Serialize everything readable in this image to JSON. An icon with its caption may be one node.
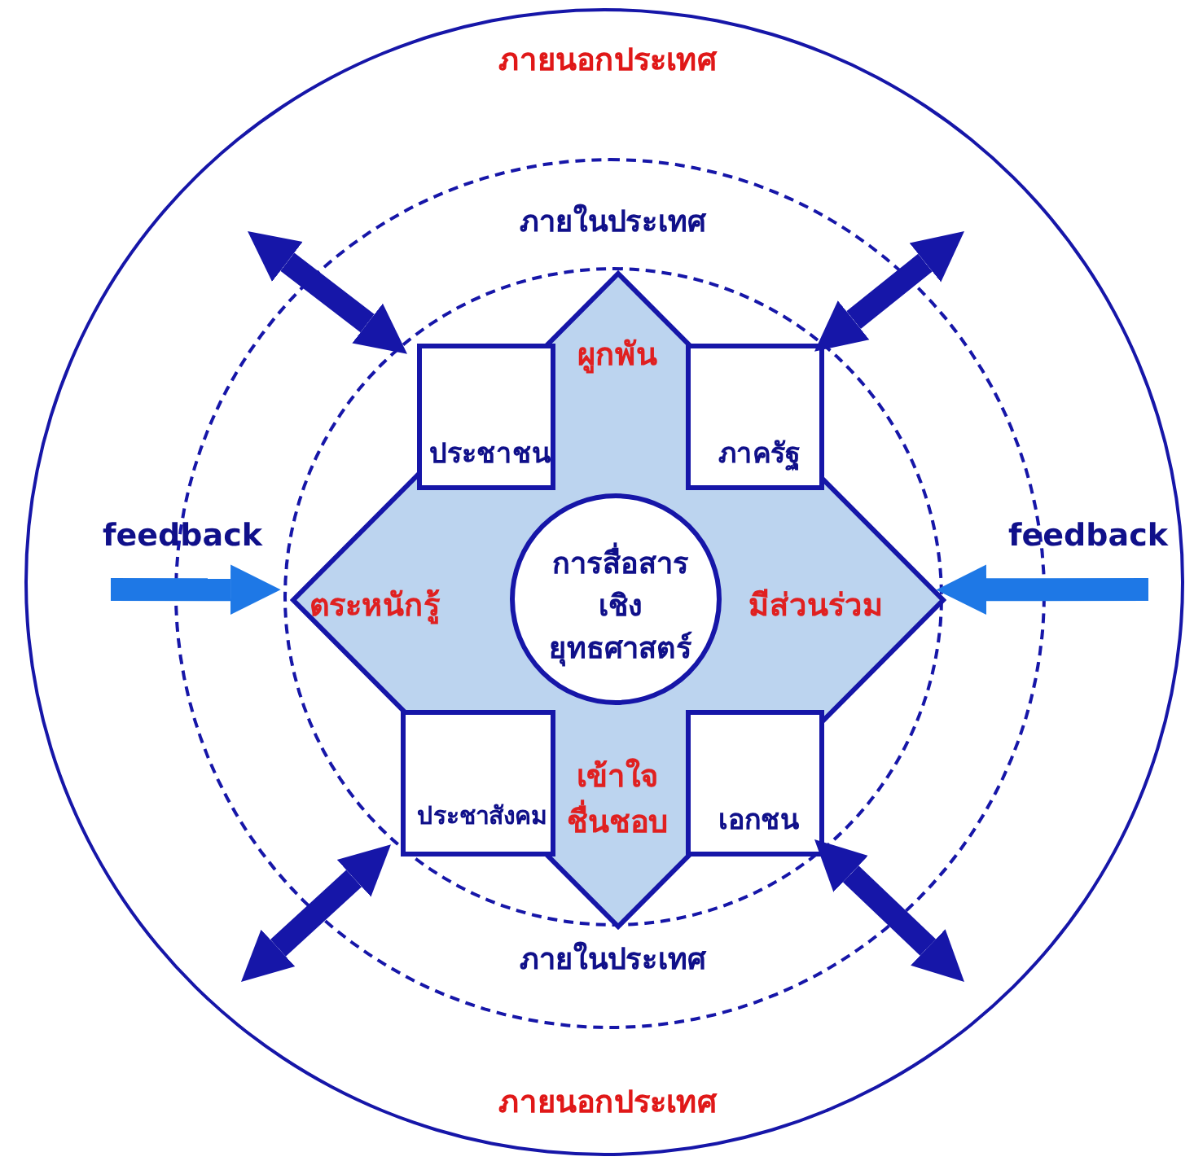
{
  "diagram": {
    "nodes": [
      {
        "text": [
          "ภายนอกประเทศ",
          "ภายนอกประเทศ"
        ]
      },
      {
        "text": [
          "ภายในประเทศ",
          "ภายในประเทศ"
        ],
        "in": 0
      },
      {
        "text": [],
        "shape": "circle",
        "in": 1
      },
      {
        "text": [
          "ผูกพัน",
          "ตระหนักรู้",
          "มีส่วนร่วม",
          "เข้าใจ ชื่นชอบ"
        ],
        "in": 2
      },
      {
        "text": [
          "การสื่อสาร เชิงยุทธศาสตร์"
        ],
        "in": 3
      },
      {
        "text": [
          "ประชาชน"
        ],
        "in": 3
      },
      {
        "text": [
          "ภาครัฐ"
        ],
        "in": 3
      },
      {
        "text": [
          "ประชาสังคม"
        ],
        "in": 3
      },
      {
        "text": [
          "เอกชน"
        ],
        "in": 3
      }
    ],
    "edges": [
      {
        "from": 5,
        "to": null,
        "arrow": "both"
      },
      {
        "from": 6,
        "to": null,
        "arrow": "both"
      },
      {
        "from": 7,
        "to": null,
        "arrow": "both"
      },
      {
        "from": 8,
        "to": null,
        "arrow": "both"
      },
      {
        "from": null,
        "to": 3,
        "arrow": "to",
        "color": "#1e78e6",
        "label": "feedback"
      },
      {
        "from": null,
        "to": 3,
        "arrow": "to",
        "color": "#1e78e6",
        "label": "feedback"
      }
    ]
  }
}
